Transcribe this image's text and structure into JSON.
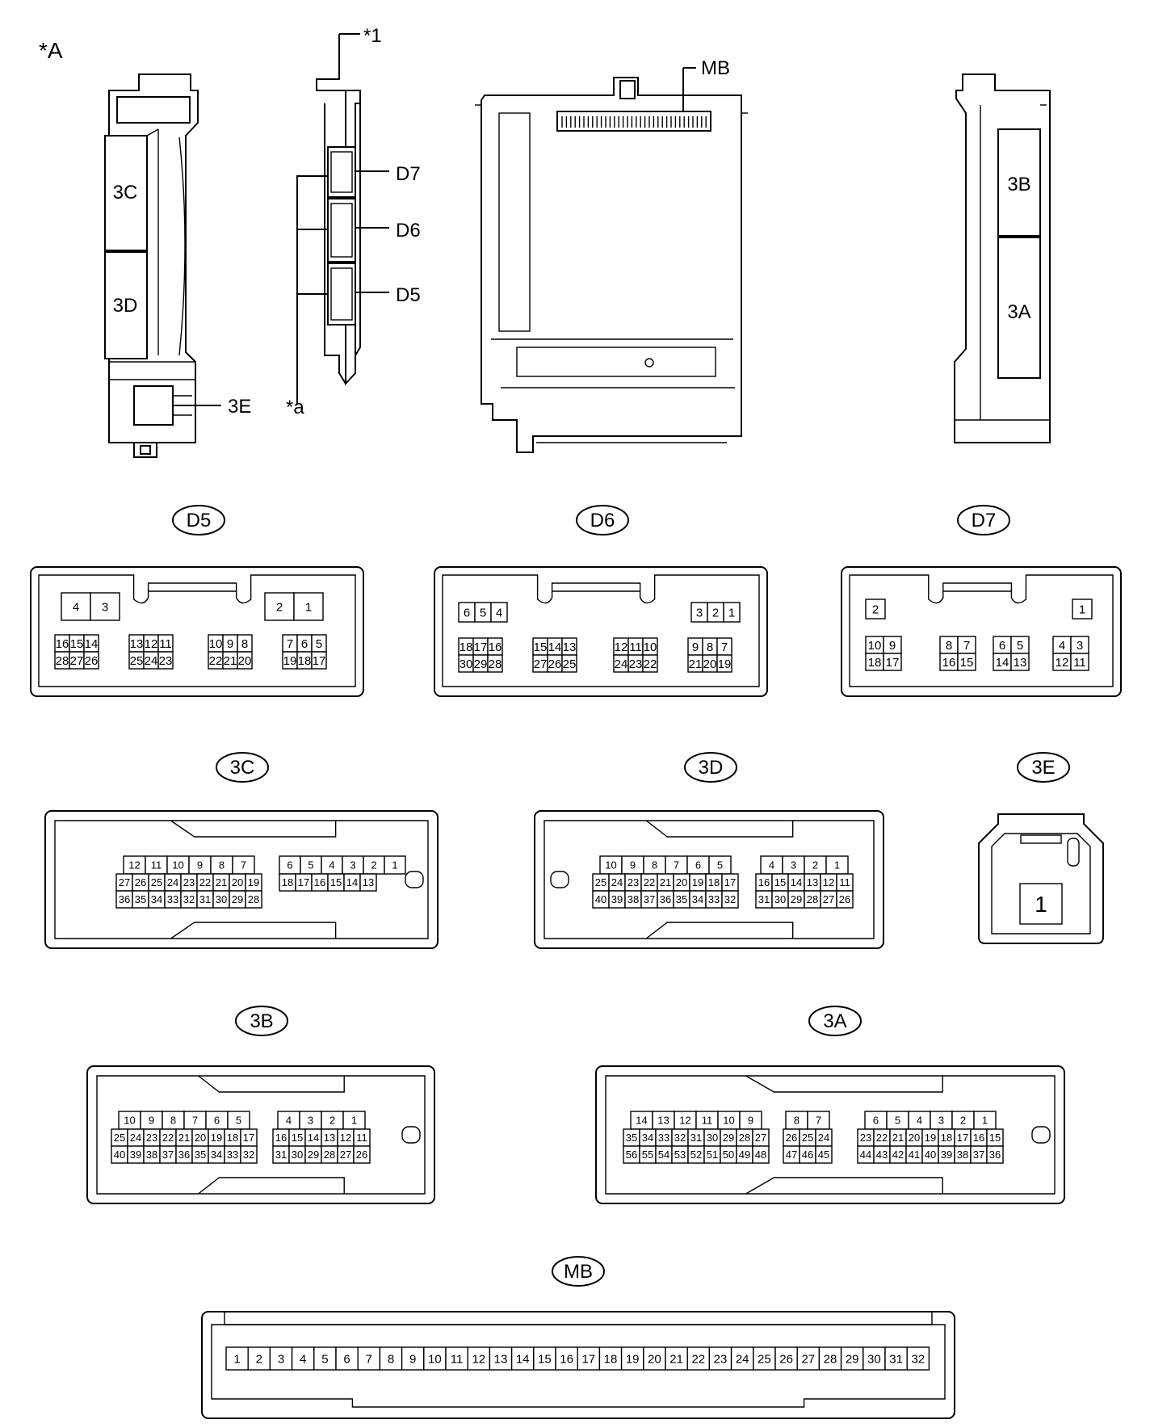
{
  "figure_label": "*A",
  "callouts": {
    "c1": "*1",
    "ca": "*a",
    "mb": "MB",
    "d7": "D7",
    "d6": "D6",
    "d5": "D5",
    "e3": "3E"
  },
  "side_labels": {
    "left": [
      "3C",
      "3D"
    ],
    "right": [
      "3B",
      "3A"
    ]
  },
  "connectors": [
    {
      "id": "D5",
      "groups": [
        {
          "rows": [
            [
              "4",
              "3"
            ]
          ]
        },
        {
          "rows": [
            [
              "2",
              "1"
            ]
          ]
        },
        {
          "rows": [
            [
              "16",
              "15",
              "14"
            ],
            [
              "28",
              "27",
              "26"
            ]
          ]
        },
        {
          "rows": [
            [
              "13",
              "12",
              "11"
            ],
            [
              "25",
              "24",
              "23"
            ]
          ]
        },
        {
          "rows": [
            [
              "10",
              "9",
              "8"
            ],
            [
              "22",
              "21",
              "20"
            ]
          ]
        },
        {
          "rows": [
            [
              "7",
              "6",
              "5"
            ],
            [
              "19",
              "18",
              "17"
            ]
          ]
        }
      ]
    },
    {
      "id": "D6",
      "groups": [
        {
          "rows": [
            [
              "6",
              "5",
              "4"
            ]
          ]
        },
        {
          "rows": [
            [
              "3",
              "2",
              "1"
            ]
          ]
        },
        {
          "rows": [
            [
              "18",
              "17",
              "16"
            ],
            [
              "30",
              "29",
              "28"
            ]
          ]
        },
        {
          "rows": [
            [
              "15",
              "14",
              "13"
            ],
            [
              "27",
              "26",
              "25"
            ]
          ]
        },
        {
          "rows": [
            [
              "12",
              "11",
              "10"
            ],
            [
              "24",
              "23",
              "22"
            ]
          ]
        },
        {
          "rows": [
            [
              "9",
              "8",
              "7"
            ],
            [
              "21",
              "20",
              "19"
            ]
          ]
        }
      ]
    },
    {
      "id": "D7",
      "groups": [
        {
          "rows": [
            [
              "2"
            ]
          ]
        },
        {
          "rows": [
            [
              "1"
            ]
          ]
        },
        {
          "rows": [
            [
              "10",
              "9"
            ],
            [
              "18",
              "17"
            ]
          ]
        },
        {
          "rows": [
            [
              "8",
              "7"
            ],
            [
              "16",
              "15"
            ]
          ]
        },
        {
          "rows": [
            [
              "6",
              "5"
            ],
            [
              "14",
              "13"
            ]
          ]
        },
        {
          "rows": [
            [
              "4",
              "3"
            ],
            [
              "12",
              "11"
            ]
          ]
        }
      ]
    },
    {
      "id": "3C",
      "groups": [
        {
          "rows": [
            [
              "12",
              "11",
              "10",
              "9",
              "8",
              "7"
            ],
            [
              "27",
              "26",
              "25",
              "24",
              "23",
              "22",
              "21",
              "20",
              "19"
            ],
            [
              "36",
              "35",
              "34",
              "33",
              "32",
              "31",
              "30",
              "29",
              "28"
            ]
          ]
        },
        {
          "rows": [
            [
              "6",
              "5",
              "4",
              "3",
              "2",
              "1"
            ],
            [
              "18",
              "17",
              "16",
              "15",
              "14",
              "13"
            ]
          ]
        }
      ]
    },
    {
      "id": "3D",
      "groups": [
        {
          "rows": [
            [
              "10",
              "9",
              "8",
              "7",
              "6",
              "5"
            ],
            [
              "25",
              "24",
              "23",
              "22",
              "21",
              "20",
              "19",
              "18",
              "17"
            ],
            [
              "40",
              "39",
              "38",
              "37",
              "36",
              "35",
              "34",
              "33",
              "32"
            ]
          ]
        },
        {
          "rows": [
            [
              "4",
              "3",
              "2",
              "1"
            ],
            [
              "16",
              "15",
              "14",
              "13",
              "12",
              "11"
            ],
            [
              "31",
              "30",
              "29",
              "28",
              "27",
              "26"
            ]
          ]
        }
      ]
    },
    {
      "id": "3E",
      "groups": [
        {
          "rows": [
            [
              "1"
            ]
          ]
        }
      ]
    },
    {
      "id": "3B",
      "groups": [
        {
          "rows": [
            [
              "10",
              "9",
              "8",
              "7",
              "6",
              "5"
            ],
            [
              "25",
              "24",
              "23",
              "22",
              "21",
              "20",
              "19",
              "18",
              "17"
            ],
            [
              "40",
              "39",
              "38",
              "37",
              "36",
              "35",
              "34",
              "33",
              "32"
            ]
          ]
        },
        {
          "rows": [
            [
              "4",
              "3",
              "2",
              "1"
            ],
            [
              "16",
              "15",
              "14",
              "13",
              "12",
              "11"
            ],
            [
              "31",
              "30",
              "29",
              "28",
              "27",
              "26"
            ]
          ]
        }
      ]
    },
    {
      "id": "3A",
      "groups": [
        {
          "rows": [
            [
              "14",
              "13",
              "12",
              "11",
              "10",
              "9"
            ],
            [
              "35",
              "34",
              "33",
              "32",
              "31",
              "30",
              "29",
              "28",
              "27"
            ],
            [
              "56",
              "55",
              "54",
              "53",
              "52",
              "51",
              "50",
              "49",
              "48"
            ]
          ]
        },
        {
          "rows": [
            [
              "8",
              "7"
            ],
            [
              "26",
              "25",
              "24"
            ],
            [
              "47",
              "46",
              "45"
            ]
          ]
        },
        {
          "rows": [
            [
              "6",
              "5",
              "4",
              "3",
              "2",
              "1"
            ],
            [
              "23",
              "22",
              "21",
              "20",
              "19",
              "18",
              "17",
              "16",
              "15"
            ],
            [
              "44",
              "43",
              "42",
              "41",
              "40",
              "39",
              "38",
              "37",
              "36"
            ]
          ]
        }
      ]
    },
    {
      "id": "MB",
      "groups": [
        {
          "rows": [
            [
              "1",
              "2",
              "3",
              "4",
              "5",
              "6",
              "7",
              "8",
              "9",
              "10",
              "11",
              "12",
              "13",
              "14",
              "15",
              "16",
              "17",
              "18",
              "19",
              "20",
              "21",
              "22",
              "23",
              "24",
              "25",
              "26",
              "27",
              "28",
              "29",
              "30",
              "31",
              "32"
            ]
          ]
        }
      ]
    }
  ]
}
